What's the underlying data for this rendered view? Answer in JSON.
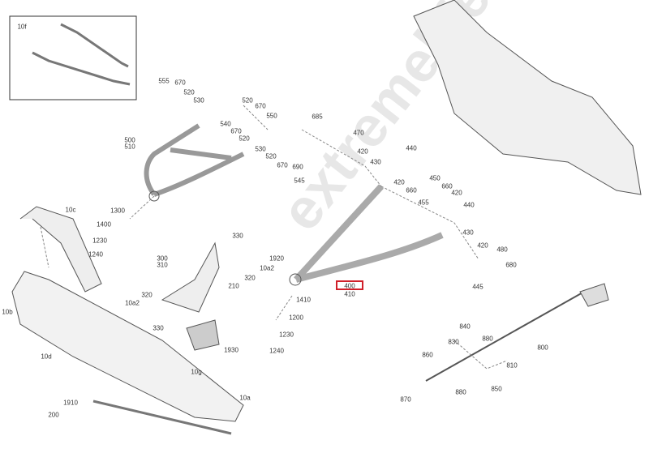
{
  "diagram": {
    "watermark": "extremelife",
    "inset_label": "10f",
    "highlighted_part": "400",
    "highlight_color": "#d0202a",
    "labels": [
      "555",
      "670",
      "520",
      "530",
      "520",
      "670",
      "550",
      "540",
      "670",
      "520",
      "500",
      "510",
      "530",
      "520",
      "670",
      "690",
      "545",
      "685",
      "470",
      "420",
      "430",
      "440",
      "450",
      "420",
      "660",
      "660",
      "420",
      "455",
      "440",
      "430",
      "420",
      "480",
      "680",
      "445",
      "400",
      "410",
      "1410",
      "10c",
      "1300",
      "1400",
      "1230",
      "1240",
      "300",
      "310",
      "330",
      "1920",
      "10a2",
      "320",
      "210",
      "10b",
      "320",
      "10a2",
      "330",
      "1200",
      "1230",
      "1240",
      "1930",
      "10d",
      "10g",
      "10a",
      "1910",
      "200",
      "840",
      "880",
      "830",
      "860",
      "810",
      "800",
      "850",
      "880",
      "870"
    ]
  }
}
